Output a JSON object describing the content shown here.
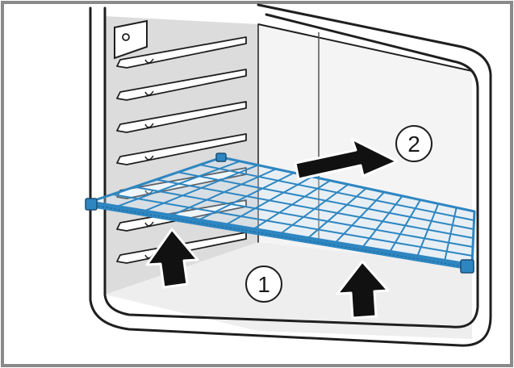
{
  "steps": [
    {
      "number": "1",
      "action": "lift"
    },
    {
      "number": "2",
      "action": "pull-out"
    }
  ],
  "colors": {
    "frame": "#8a8a8a",
    "outline": "#1f1f1f",
    "wall_shade": "#dcdcdc",
    "rack": "#2e86c1",
    "rack_fill": "#cfe6f7",
    "arrow": "#111111",
    "background": "#ffffff"
  },
  "icons": {
    "step_arrows": "arrow-icon",
    "shelf_rack": "wire-rack"
  }
}
